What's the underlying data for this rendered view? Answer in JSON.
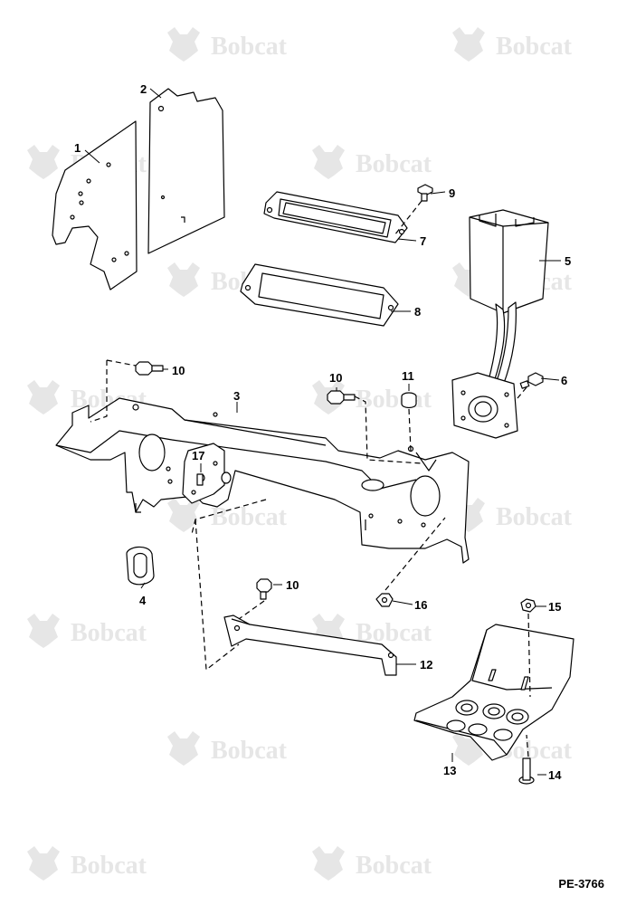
{
  "watermark": {
    "text": "Bobcat",
    "color": "#e6e6e6"
  },
  "colors": {
    "line": "#000000",
    "paper": "#ffffff"
  },
  "callouts": {
    "c1": "1",
    "c2": "2",
    "c3": "3",
    "c4": "4",
    "c5": "5",
    "c6": "6",
    "c7": "7",
    "c8": "8",
    "c9": "9",
    "c10a": "10",
    "c10b": "10",
    "c10c": "10",
    "c11": "11",
    "c12": "12",
    "c13": "13",
    "c14": "14",
    "c15": "15",
    "c16": "16",
    "c17": "17"
  },
  "reference": "PE-3766"
}
